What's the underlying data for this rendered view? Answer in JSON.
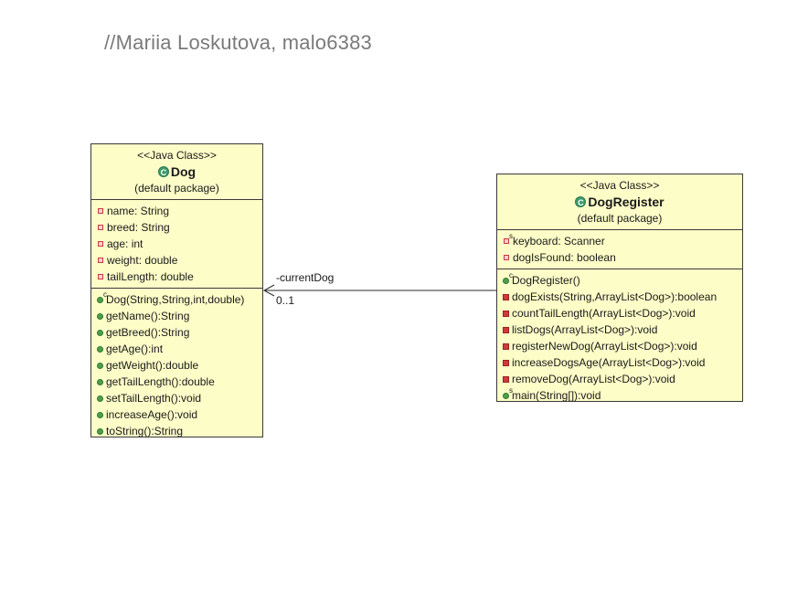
{
  "comment": "//Mariia Loskutova, malo6383",
  "classes": {
    "dog": {
      "stereotype": "<<Java Class>>",
      "name": "Dog",
      "package": "(default package)",
      "attributes": [
        "name: String",
        "breed: String",
        "age: int",
        "weight: double",
        "tailLength: double"
      ],
      "constructor": "Dog(String,String,int,double)",
      "methods": [
        "getName():String",
        "getBreed():String",
        "getAge():int",
        "getWeight():double",
        "getTailLength():double",
        "setTailLength():void",
        "increaseAge():void",
        "toString():String"
      ]
    },
    "register": {
      "stereotype": "<<Java Class>>",
      "name": "DogRegister",
      "package": "(default package)",
      "attributes": [
        "keyboard: Scanner",
        "dogIsFound: boolean"
      ],
      "constructor": "DogRegister()",
      "methods": [
        "dogExists(String,ArrayList<Dog>):boolean",
        "countTailLength(ArrayList<Dog>):void",
        "listDogs(ArrayList<Dog>):void",
        "registerNewDog(ArrayList<Dog>):void",
        "increaseDogsAge(ArrayList<Dog>):void",
        "removeDog(ArrayList<Dog>):void"
      ],
      "static_method": "main(String[]):void"
    }
  },
  "association": {
    "role": "-currentDog",
    "multiplicity": "0..1"
  },
  "markers": {
    "constructor": "c",
    "static": "s",
    "class_icon": "C"
  }
}
